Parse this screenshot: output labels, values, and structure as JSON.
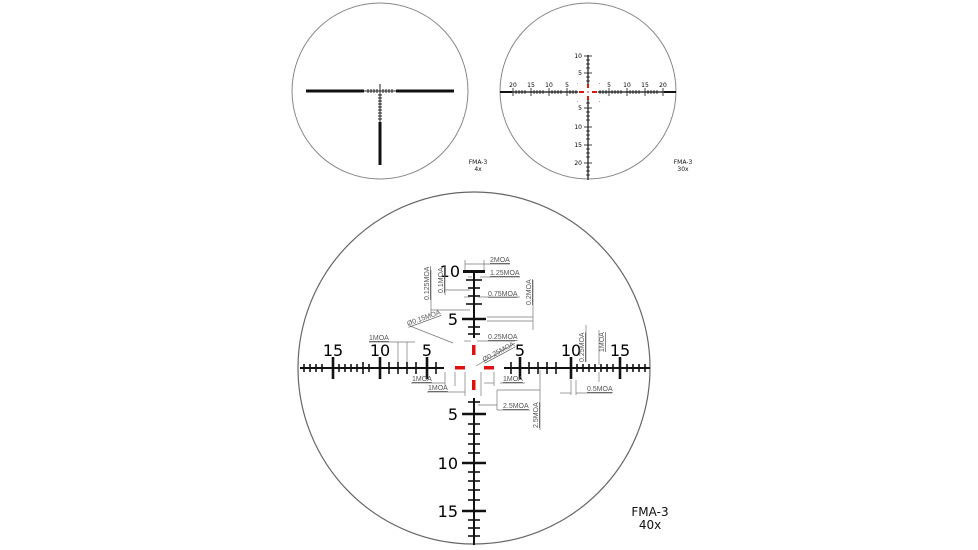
{
  "diagram": {
    "title": "FMA-3 reticle at multiple magnifications",
    "colors": {
      "reticle": "#000000",
      "center_marks": "#e01010",
      "circle": "#777777",
      "dimension_lines": "#666666",
      "background": "#ffffff"
    },
    "views": [
      {
        "id": "view-4x",
        "caption_name": "FMA-3",
        "caption_mag": "4x"
      },
      {
        "id": "view-30x",
        "caption_name": "FMA-3",
        "caption_mag": "30x",
        "horizontal_labels": [
          "20",
          "15",
          "10",
          "5",
          "5",
          "10",
          "15",
          "20"
        ],
        "vertical_labels_top": [
          "10",
          "5"
        ],
        "vertical_labels_bottom": [
          "5",
          "10",
          "15",
          "20"
        ]
      },
      {
        "id": "view-40x",
        "caption_name": "FMA-3",
        "caption_mag": "40x",
        "horizontal_labels": [
          "15",
          "10",
          "5",
          "5",
          "10",
          "15"
        ],
        "vertical_labels_top": [
          "10",
          "5"
        ],
        "vertical_labels_bottom": [
          "5",
          "10",
          "15"
        ],
        "dimensions": {
          "d_2moa": "2MOA",
          "d_1_25moa": "1.25MOA",
          "d_0_75moa": "0.75MOA",
          "d_0_25moa_top": "0.25MOA",
          "d_0_1moa_v": "0.1MOA",
          "d_0_125moa_v": "0.125MOA",
          "d_0_2moa_v": "0.2MOA",
          "d_dia_0_15moa": "Ø0.15MOA",
          "d_dia_0_25moa": "Ø0.25MOA",
          "d_1moa_left_top": "1MOA",
          "d_1moa_left": "1MOA",
          "d_1moa_left2": "1MOA",
          "d_1moa_right": "1MOA",
          "d_2_5moa_h": "2.5MOA",
          "d_2_5moa_v": "2.5MOA",
          "d_0_25moa_right_v": "0.25MOA",
          "d_1moa_right_v": "1MOA",
          "d_0_5moa": "0.5MOA"
        }
      }
    ]
  }
}
